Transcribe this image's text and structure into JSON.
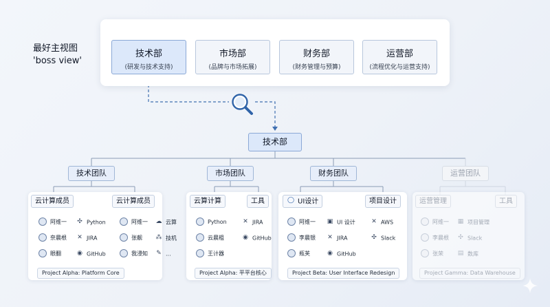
{
  "boss_label": {
    "line1": "最好主视图",
    "line2": "'boss view'"
  },
  "departments": [
    {
      "name": "技术部",
      "sub": "(研发与技术支持)"
    },
    {
      "name": "市场部",
      "sub": "(品牌与市场拓展)"
    },
    {
      "name": "财务部",
      "sub": "(财务管理与预算)"
    },
    {
      "name": "运营部",
      "sub": "(流程优化与运营支持)"
    }
  ],
  "focus_node": "技术部",
  "teams": [
    "技术团队",
    "市场团队",
    "财务团队",
    "运营团队"
  ],
  "groups": {
    "g1": {
      "label": "云计算成员",
      "members": [
        "阿维一",
        "奈晨根",
        "眼翻"
      ],
      "tools": [
        "Python",
        "JIRA",
        "GitHub"
      ]
    },
    "g2": {
      "label": "云计算成员",
      "members": [
        "阿维一",
        "张靓",
        "我浸知"
      ],
      "tools": [
        "云算",
        "技机",
        "..."
      ]
    },
    "g3": {
      "label": "云算计算",
      "tool_tag": "工具",
      "members": [
        "Python",
        "云晨粗",
        "王计器"
      ],
      "tools": [
        "JIRA",
        "GitHub"
      ]
    },
    "g4": {
      "label": "UI设计",
      "members": [
        "阿维一",
        "李晨银",
        "瓶芙"
      ],
      "tools": [
        "UI 设计",
        "JIRA",
        "GitHub"
      ]
    },
    "g5": {
      "label": "项目设计",
      "tools": [
        "AWS",
        "Slack"
      ]
    },
    "g6": {
      "label": "运营管理",
      "tool_tag": "工具",
      "members": [
        "阿维一",
        "李晨根",
        "张荣"
      ],
      "tools": [
        "项目管理",
        "Slack",
        "数库"
      ]
    }
  },
  "projects": [
    "Project Alpha: Platform Core",
    "Project Alpha:  平平台核心",
    "Project Beta: User Interface Redesign",
    "Project Gamma: Data Warehouse"
  ],
  "icons": {
    "zoom": "magnifier-icon",
    "sparkle": "sparkle-icon"
  },
  "colors": {
    "accent_border": "#8aa8d6",
    "accent_fill": "#dce8fa",
    "line": "#8a9bb5",
    "dashed": "#3f6fb0",
    "muted": "#a3aab5"
  }
}
